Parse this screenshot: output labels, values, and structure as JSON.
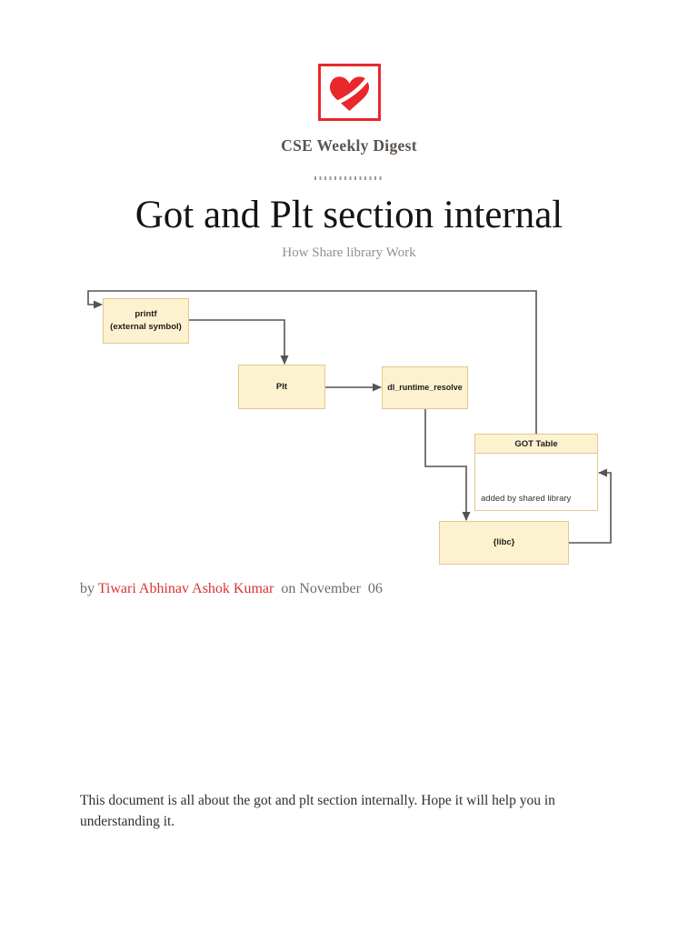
{
  "header": {
    "brand": "CSE Weekly Digest",
    "title": "Got and Plt section internal",
    "subtitle": "How Share library Work"
  },
  "byline": {
    "prefix": "by ",
    "author": "Tiwari Abhinav Ashok Kumar",
    "suffix": "  on November  06"
  },
  "article": {
    "paragraph": "This document is all about the got and plt section internally. Hope it will help you in understanding it."
  },
  "diagram": {
    "nodes": {
      "printf": {
        "label": "printf\n(external symbol)"
      },
      "plt": {
        "label": "Plt"
      },
      "dl_runtime_resolve": {
        "label": "dl_runtime_resolve"
      },
      "got_table": {
        "title": "GOT Table",
        "note": "added by shared library"
      },
      "libc": {
        "label": "{libc}"
      }
    }
  },
  "colors": {
    "logo_red": "#e8282b",
    "brand_text": "#5b5450",
    "separator": "#9a9a9a",
    "title_text": "#141414",
    "subtitle_text": "#8f8f8f",
    "byline_text": "#6b6b6b",
    "author_link": "#d5342f",
    "body_text": "#2e2e2e",
    "node_fill": "#fdf2cf",
    "node_border": "#dfc98c",
    "connector": "#545454"
  }
}
